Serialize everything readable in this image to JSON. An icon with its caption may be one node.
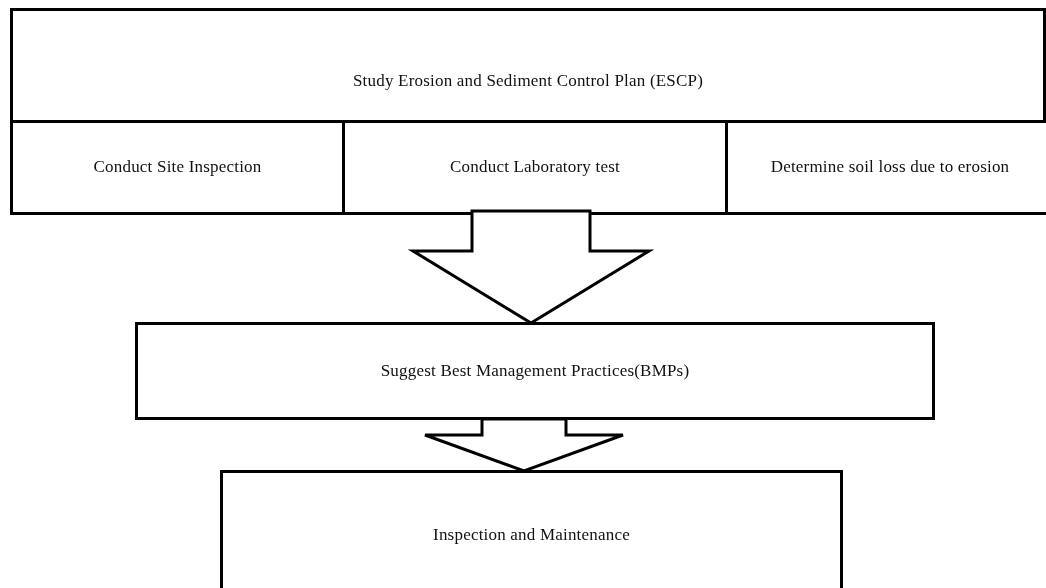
{
  "diagram": {
    "nodes": [
      {
        "text": [
          "Study Erosion and Sediment Control Plan (ESCP)"
        ]
      },
      {
        "text": [
          "Conduct Site Inspection"
        ],
        "in": 0
      },
      {
        "text": [
          "Conduct Laboratory test"
        ],
        "in": 0
      },
      {
        "text": [
          "Determine soil loss due to erosion"
        ],
        "in": 0
      },
      {
        "text": [
          "Suggest Best Management Practices(BMPs)"
        ]
      },
      {
        "text": [
          "Inspection and Maintenance"
        ]
      }
    ],
    "edges": [
      {
        "from": 0,
        "to": 4,
        "arrow": "to"
      },
      {
        "from": 4,
        "to": 5,
        "arrow": "to"
      }
    ]
  }
}
